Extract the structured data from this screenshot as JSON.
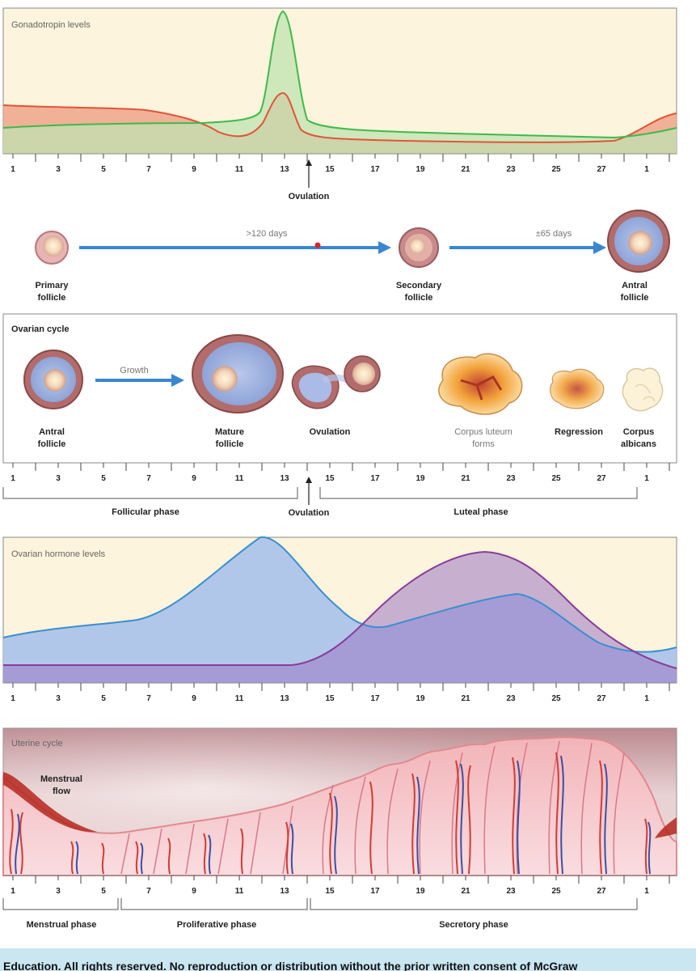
{
  "gonadotropin": {
    "title": "Gonadotropin levels"
  },
  "ticks": [
    "1",
    "3",
    "5",
    "7",
    "9",
    "11",
    "13",
    "15",
    "17",
    "19",
    "21",
    "23",
    "25",
    "27",
    "1"
  ],
  "ovulation_label": "Ovulation",
  "follicle_row": {
    "arrow1_label": ">120 days",
    "arrow2_label": "±65 days",
    "primary": [
      "Primary",
      "follicle"
    ],
    "secondary": [
      "Secondary",
      "follicle"
    ],
    "antral": [
      "Antral",
      "follicle"
    ]
  },
  "ovarian_cycle": {
    "title": "Ovarian cycle",
    "growth_label": "Growth",
    "antral": [
      "Antral",
      "follicle"
    ],
    "mature": [
      "Mature",
      "follicle"
    ],
    "ovulation": "Ovulation",
    "corpus_luteum": [
      "Corpus luteum",
      "forms"
    ],
    "regression": "Regression",
    "corpus_albicans": [
      "Corpus",
      "albicans"
    ]
  },
  "phases_ovarian": {
    "follicular": "Follicular phase",
    "ovulation": "Ovulation",
    "luteal": "Luteal phase"
  },
  "hormone": {
    "title": "Ovarian hormone levels"
  },
  "uterine": {
    "title": "Uterine cycle",
    "menstrual_flow": [
      "Menstrual",
      "flow"
    ]
  },
  "phases_uterine": {
    "menstrual": "Menstrual phase",
    "proliferative": "Proliferative phase",
    "secretory": "Secretory phase"
  },
  "footer": {
    "text": "Education. All rights reserved. No reproduction or distribution without the prior written consent of McGraw"
  },
  "colors": {
    "panel_bg": "#fcf4dc",
    "lh_green": "#3fb94d",
    "fsh_red": "#e2543a",
    "estrogen_blue": "#3a8fd0",
    "progesterone_purple": "#8a3c9a",
    "arrow_blue": "#3a86cf"
  }
}
